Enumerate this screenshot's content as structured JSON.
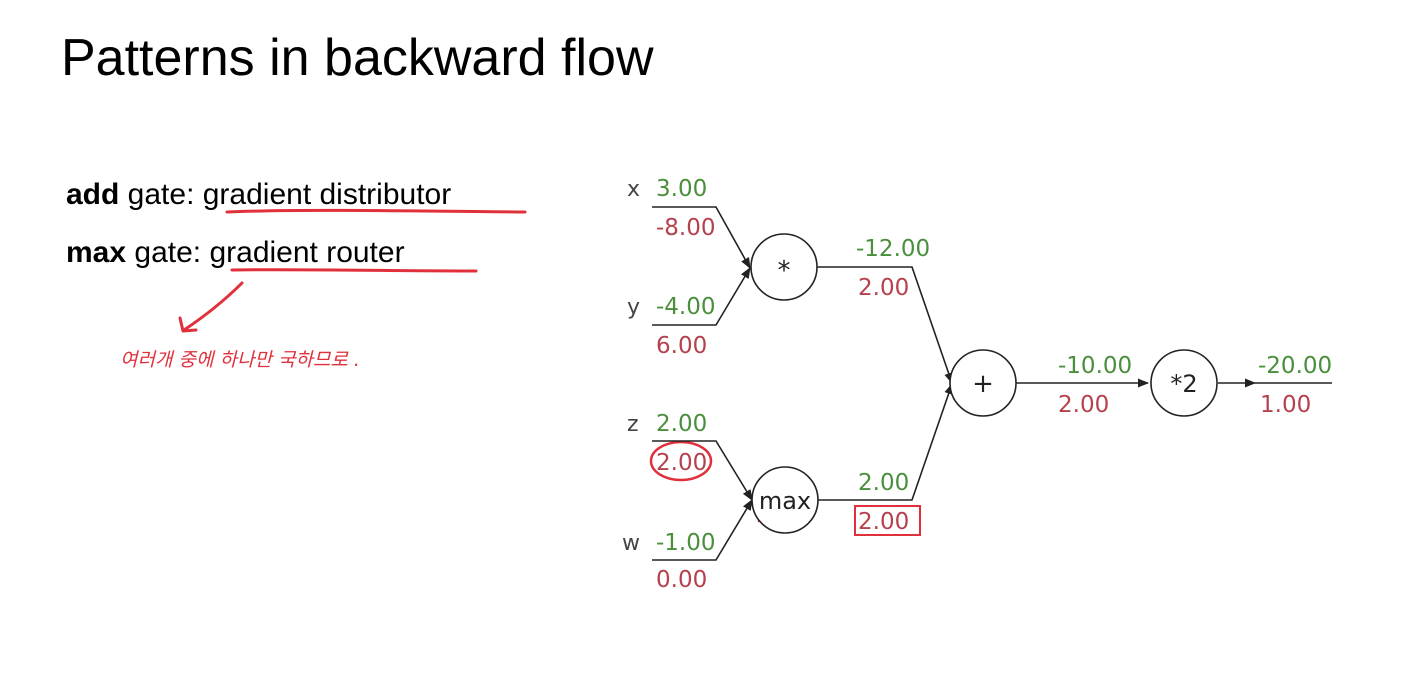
{
  "slide": {
    "title": "Patterns in backward flow"
  },
  "rules": {
    "add": {
      "gate_name": "add",
      "suffix": " gate: ",
      "role": "gradient distributor"
    },
    "max": {
      "gate_name": "max",
      "suffix": " gate: ",
      "role": "gradient router"
    }
  },
  "annotations": {
    "handwritten_note": "여러개 중에 하나만 국하므로 .",
    "ink_color": "#e0303c"
  },
  "diagram": {
    "inputs": [
      {
        "name": "x",
        "forward": "3.00",
        "backward": "-8.00"
      },
      {
        "name": "y",
        "forward": "-4.00",
        "backward": "6.00"
      },
      {
        "name": "z",
        "forward": "2.00",
        "backward": "2.00"
      },
      {
        "name": "w",
        "forward": "-1.00",
        "backward": "0.00"
      }
    ],
    "gates": {
      "mul": "*",
      "max": "max",
      "add": "+",
      "scale": "*2"
    },
    "edges": {
      "mul_out": {
        "forward": "-12.00",
        "backward": "2.00"
      },
      "max_out": {
        "forward": "2.00",
        "backward": "2.00"
      },
      "add_out": {
        "forward": "-10.00",
        "backward": "2.00"
      },
      "final_out": {
        "forward": "-20.00",
        "backward": "1.00"
      }
    },
    "colors": {
      "forward": "#4a8f3c",
      "backward": "#b5414d",
      "line": "#222222"
    }
  }
}
